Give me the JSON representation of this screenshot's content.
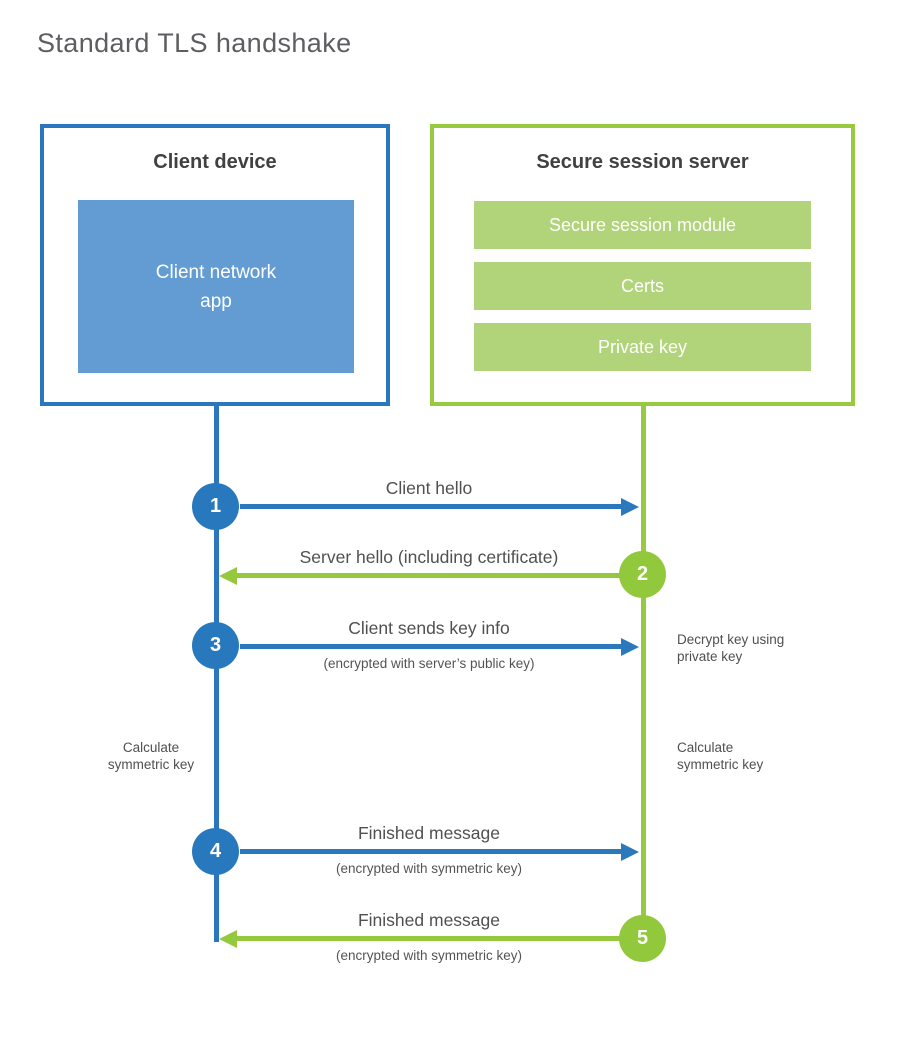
{
  "title": "Standard TLS handshake",
  "client": {
    "title": "Client device",
    "app_label": "Client network\napp"
  },
  "server": {
    "title": "Secure session server",
    "modules": [
      "Secure session module",
      "Certs",
      "Private key"
    ]
  },
  "steps": [
    {
      "num": "1",
      "from": "client",
      "to": "server",
      "label": "Client hello"
    },
    {
      "num": "2",
      "from": "server",
      "to": "client",
      "label": "Server hello (including certificate)"
    },
    {
      "num": "3",
      "from": "client",
      "to": "server",
      "label": "Client sends key info",
      "sub": "(encrypted with server’s public key)"
    },
    {
      "num": "4",
      "from": "client",
      "to": "server",
      "label": "Finished message",
      "sub": "(encrypted with symmetric key)"
    },
    {
      "num": "5",
      "from": "server",
      "to": "client",
      "label": "Finished message",
      "sub": "(encrypted with symmetric key)"
    }
  ],
  "notes": {
    "decrypt": "Decrypt key using\nprivate key",
    "calc_left": "Calculate\nsymmetric key",
    "calc_right": "Calculate\nsymmetric key"
  },
  "colors": {
    "blue_stroke": "#2b78bd",
    "blue_fill": "#639cd2",
    "green_stroke": "#97ca3e",
    "green_fill": "#b1d37a",
    "heading_text": "#414043",
    "label_text": "#4f5052",
    "title_text": "#5d5e61"
  }
}
